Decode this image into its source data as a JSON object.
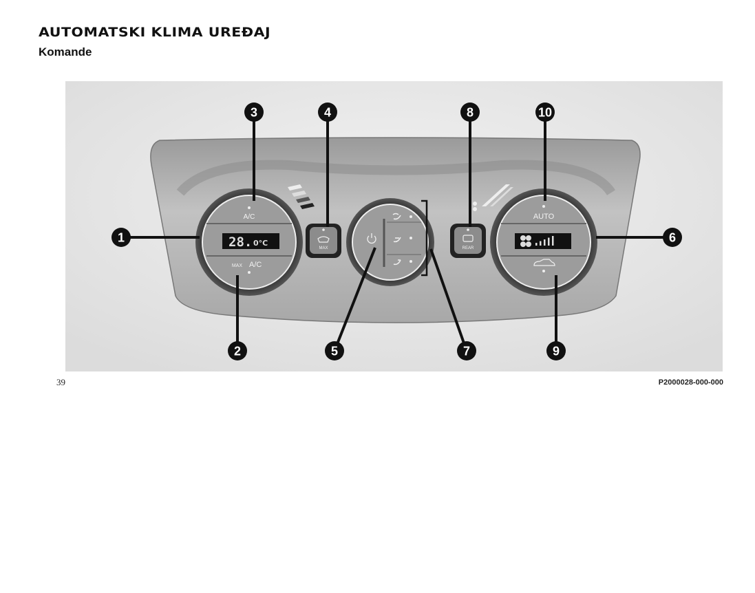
{
  "header": {
    "title": "AUTOMATSKI KLIMA UREĐAJ",
    "subtitle": "Komande"
  },
  "figure": {
    "left_knob": {
      "top_label": "A/C",
      "bottom_prefix": "MAX",
      "bottom_label": "A/C",
      "temp_digits": "28.",
      "temp_decimal": "0°C"
    },
    "defrost_button": {
      "label": "MAX"
    },
    "rear_button": {
      "label": "REAR"
    },
    "right_knob": {
      "top_label": "AUTO",
      "fan_level": 5
    },
    "callouts": [
      "1",
      "2",
      "3",
      "4",
      "5",
      "6",
      "7",
      "8",
      "9",
      "10"
    ],
    "code": "P2000028-000-000"
  },
  "footer": {
    "page_number": "39"
  }
}
